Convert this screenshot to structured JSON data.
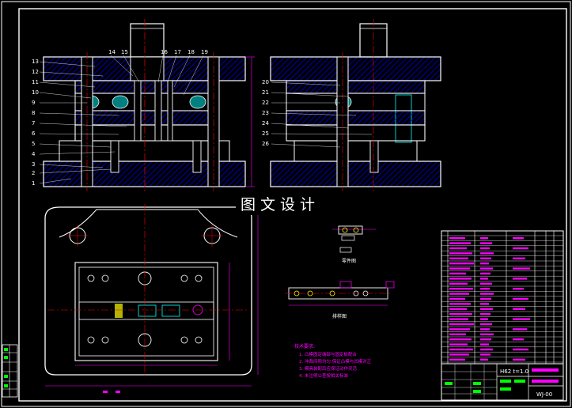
{
  "colors": {
    "background": "#000000",
    "line": "#ffffff",
    "hatch": "#0000ff",
    "centerline": "#ff0000",
    "dimension": "#ff00ff",
    "spring": "#00ffff",
    "rubber": "#008080",
    "text": "#ffffff"
  },
  "watermark": "图文设计",
  "views": {
    "front_left_callouts": [
      "13",
      "12",
      "11",
      "10",
      "9",
      "8",
      "7",
      "6",
      "5",
      "4",
      "3",
      "2",
      "1"
    ],
    "front_top_callouts": [
      "14",
      "15",
      "16",
      "17",
      "18",
      "19"
    ],
    "front_right_callouts": [
      "20",
      "21",
      "22",
      "23",
      "24",
      "25",
      "26"
    ]
  },
  "view_labels": {
    "workpiece": "零件图",
    "strip_layout": "排样图"
  },
  "tech_requirements": {
    "title": "技术要求:",
    "items": [
      "1. 凸模固定端部与固定板配合",
      "2. 冲裁间隙均匀,保证凸模与凹模对正",
      "3. 模具装配后应保证动作灵活",
      "4. 未注明公差按相关标准"
    ]
  },
  "title_block": {
    "material": "H62 t=1.0",
    "drawing_no": "WJ-00"
  },
  "icon": {
    "drawing": "cad-drawing-icon"
  }
}
